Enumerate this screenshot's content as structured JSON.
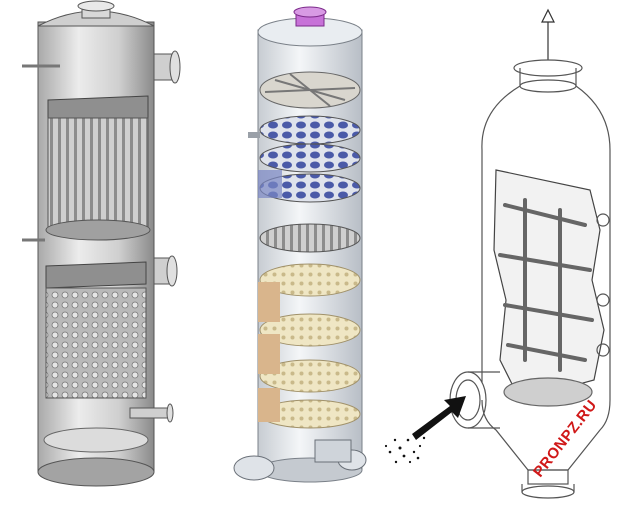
{
  "watermark": {
    "text": "PRONPZ.RU",
    "color": "#d01818"
  },
  "figure": {
    "panels": [
      {
        "kind": "column-packed-shell",
        "tone": "gray-monochrome"
      },
      {
        "kind": "column-trays-cutaway",
        "tone": "blue-beige"
      },
      {
        "kind": "scrubber-sprayer",
        "tone": "line-drawing"
      }
    ],
    "arrow_in_color": "#111111",
    "accent_flange": "#b044c8"
  }
}
